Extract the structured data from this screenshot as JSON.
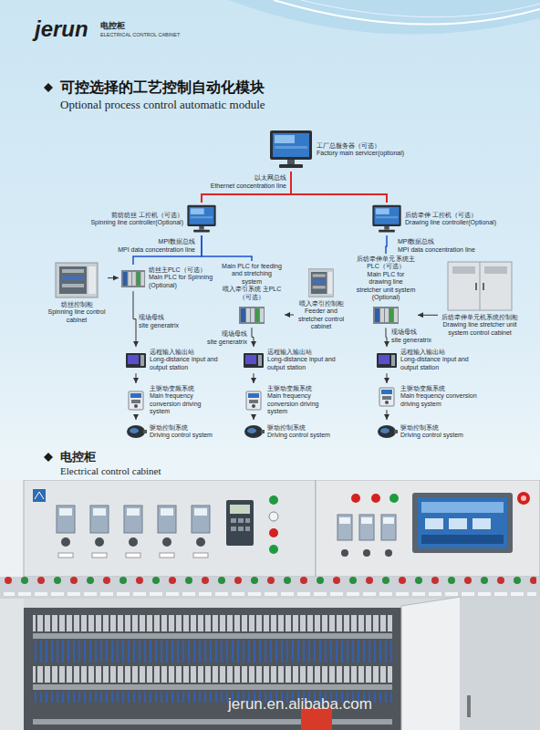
{
  "diagram": {
    "title": "可控选择的工艺控制自动化模块",
    "nodes": [
      {
        "text": [
          "工厂总服务器（可选）",
          "Factory main servicer(optional)"
        ]
      },
      {
        "text": [
          "前纺纺丝 工控机（可选）",
          "Spinning line controller(Optional)"
        ]
      },
      {
        "text": [
          "后纺牵伸 工控机（可选）",
          "Drawing line controller(Optional)"
        ]
      },
      {
        "text": [
          "纺丝控制柜",
          "Spinning line control cabinet"
        ]
      },
      {
        "text": [
          "纺丝主PLC（可选）",
          "Main PLC for Spinning (Optional)"
        ]
      },
      {
        "text": [
          "Main PLC for feeding and stretching system",
          "喂入牵引系统 主PLC（可选）"
        ]
      },
      {
        "text": [
          "喂入牵引控制柜",
          "Feeder and stretcher control cabinet"
        ]
      },
      {
        "text": [
          "后纺牵伸单元 系统主PLC（可选）",
          "Main PLC for drawing line stretcher unit system (Optional)"
        ]
      },
      {
        "text": [
          "后纺牵伸单元机系统控制柜",
          "Drawing line stretcher unit system control cabinet"
        ]
      },
      {
        "text": [
          "远程输入输出站",
          "Long-distance input and output station"
        ]
      },
      {
        "text": [
          "主驱动变频系统",
          "Main frequency conversion driving system"
        ]
      },
      {
        "text": [
          "驱动控制系统",
          "Driving control system"
        ]
      },
      {
        "text": [
          "远程输入输出站",
          "Long-distance input and output station"
        ]
      },
      {
        "text": [
          "主驱动变频系统",
          "Main frequency conversion driving system"
        ]
      },
      {
        "text": [
          "驱动控制系统",
          "Driving control system"
        ]
      },
      {
        "text": [
          "远程输入输出站",
          "Long-distance input and output station"
        ]
      },
      {
        "text": [
          "主驱动变频系统",
          "Main frequency conversion driving system"
        ]
      },
      {
        "text": [
          "驱动控制系统",
          "Driving control system"
        ]
      }
    ],
    "edges": [
      {
        "from": 0,
        "to": 1,
        "arrow": "none"
      },
      {
        "from": 0,
        "to": 2,
        "arrow": "none"
      },
      {
        "from": 1,
        "to": 4,
        "arrow": "none"
      },
      {
        "from": 1,
        "to": 5,
        "arrow": "none"
      },
      {
        "from": 2,
        "to": 7,
        "arrow": "none"
      },
      {
        "from": 3,
        "to": 4,
        "arrow": "to"
      },
      {
        "from": 6,
        "to": 5,
        "arrow": "to"
      },
      {
        "from": 8,
        "to": 7,
        "arrow": "to"
      },
      {
        "from": 4,
        "to": 9,
        "arrow": "to"
      },
      {
        "from": 9,
        "to": 10,
        "arrow": "to"
      },
      {
        "from": 10,
        "to": 11,
        "arrow": "to"
      },
      {
        "from": 5,
        "to": 12,
        "arrow": "to"
      },
      {
        "from": 12,
        "to": 13,
        "arrow": "to"
      },
      {
        "from": 13,
        "to": 14,
        "arrow": "to"
      },
      {
        "from": 7,
        "to": 15,
        "arrow": "to"
      },
      {
        "from": 15,
        "to": 16,
        "arrow": "to"
      },
      {
        "from": 16,
        "to": 17,
        "arrow": "to"
      }
    ],
    "labels": [
      "jerun",
      "电控柜",
      "ELECTRICAL CONTROL CABINET",
      "Optional process control automatic module",
      "以太网总线",
      "Ethernet concentration line",
      "MPI数据总线",
      "MPI data concentration line",
      "MPI数据总线",
      "MPI data concentration line",
      "现场母线",
      "site generatrix",
      "现场母线",
      "site generatrix",
      "现场母线",
      "site generatrix",
      "电控柜",
      "Electrical control cabinet",
      "jerun.en.alibaba.com"
    ]
  }
}
